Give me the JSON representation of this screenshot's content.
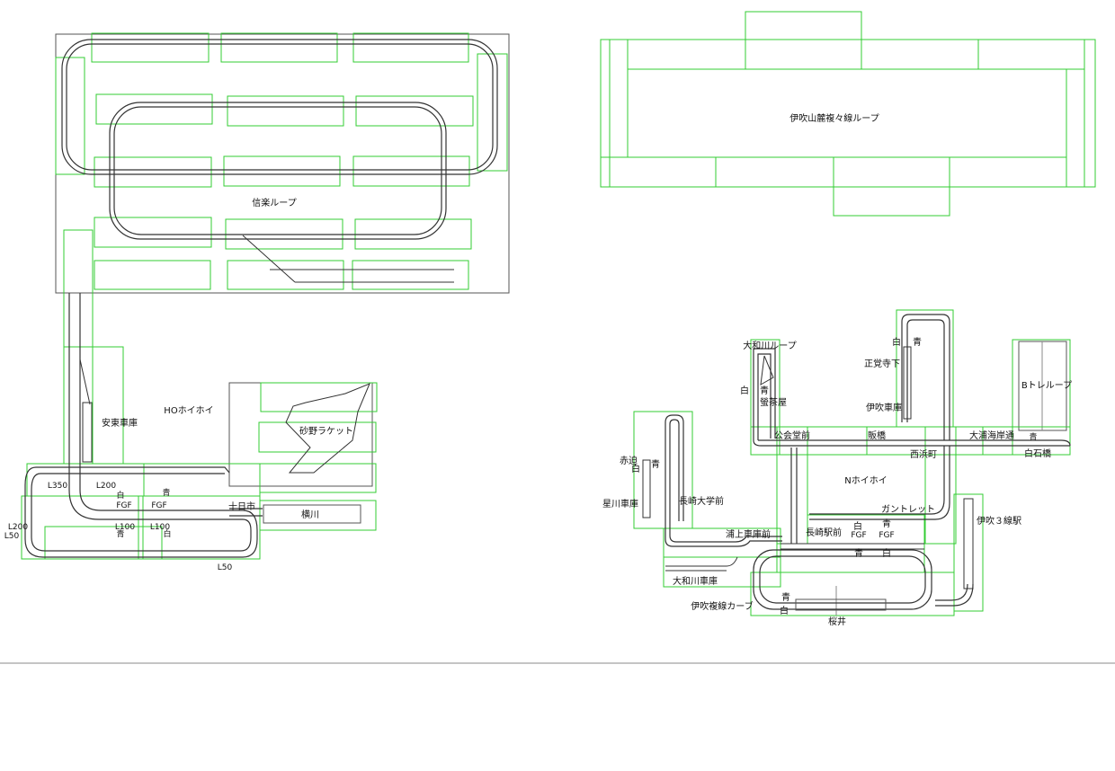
{
  "labels": {
    "shinraku_loop": "信楽ループ",
    "ibuki_loop": "伊吹山麓複々線ループ",
    "anto_depot": "安東車庫",
    "ho_hoihoi": "HOホイホイ",
    "sunano_racket": "砂野ラケット",
    "l350": "L350",
    "l200_a": "L200",
    "l200_b": "L200",
    "l50_a": "L50",
    "l50_b": "L50",
    "l100_a": "L100",
    "l100_b": "L100",
    "fgf_a": "FGF",
    "fgf_b": "FGF",
    "shiro_a": "白",
    "shiro_b": "白",
    "ao_a": "青",
    "ao_b": "青",
    "tokamachi": "十日市",
    "yokokawa": "横川",
    "yamato_loop": "大和川ループ",
    "shiro_c": "白",
    "ao_c": "青",
    "hotarujaya": "螢茶屋",
    "shiro_d": "白",
    "ao_d": "青",
    "shogakujishita": "正覚寺下",
    "ibuki_depot": "伊吹車庫",
    "b_torelu": "Bトレループ",
    "koukaidomae": "公会堂前",
    "hanbashi": "販橋",
    "oura_kaigan": "大浦海岸通",
    "ao_e": "青",
    "nishihama": "西浜町",
    "shiraishi": "白石橋",
    "akasako": "赤迫",
    "shiro_e": "白",
    "ao_f": "青",
    "n_hoihoi": "Nホイホイ",
    "hoshikawa_depot": "星川車庫",
    "nagasaki_univ": "長崎大学前",
    "gauntlet": "ガントレット",
    "ibuki3": "伊吹３線駅",
    "urakami_depot": "浦上車庫前",
    "nagasaki_sta": "長崎駅前",
    "shiro_f": "白",
    "ao_g": "青",
    "fgf_c": "FGF",
    "fgf_d": "FGF",
    "ao_h": "青",
    "shiro_g": "白",
    "yamato_depot": "大和川車庫",
    "ibuki_curve": "伊吹複線カーブ",
    "ao_i": "青",
    "shiro_h": "白",
    "sakurai": "桜井"
  },
  "colors": {
    "box": "#33cc33",
    "track": "#333333",
    "outline": "#555555"
  }
}
